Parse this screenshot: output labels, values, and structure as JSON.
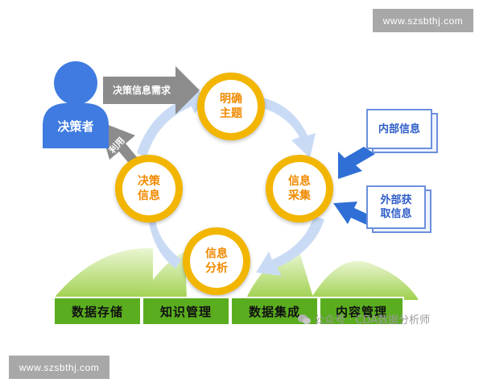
{
  "watermark_top": "www.szsbthj.com",
  "watermark_bottom": "www.szsbthj.com",
  "decision_maker": "决策者",
  "arrow_label_top": "决策信息需求",
  "arrow_label_left": "利用",
  "cycle": {
    "clarify": [
      "明确",
      "主题"
    ],
    "collect": [
      "信息",
      "采集"
    ],
    "analyze": [
      "信息",
      "分析"
    ],
    "decide": [
      "决策",
      "信息"
    ]
  },
  "sources": {
    "internal": "内部信息",
    "external": [
      "外部获",
      "取信息"
    ]
  },
  "bottom_boxes": [
    "数据存储",
    "知识管理",
    "数据集成",
    "内容管理"
  ],
  "credit": "公众号 · CDA数据分析师",
  "colors": {
    "person": "#3f7be0",
    "node_ring": "#f2b500",
    "node_text": "#f08a00",
    "box": "#5aad1f",
    "doc": "#2d5cc8",
    "cycle_arrow": "#c9dbf4"
  }
}
